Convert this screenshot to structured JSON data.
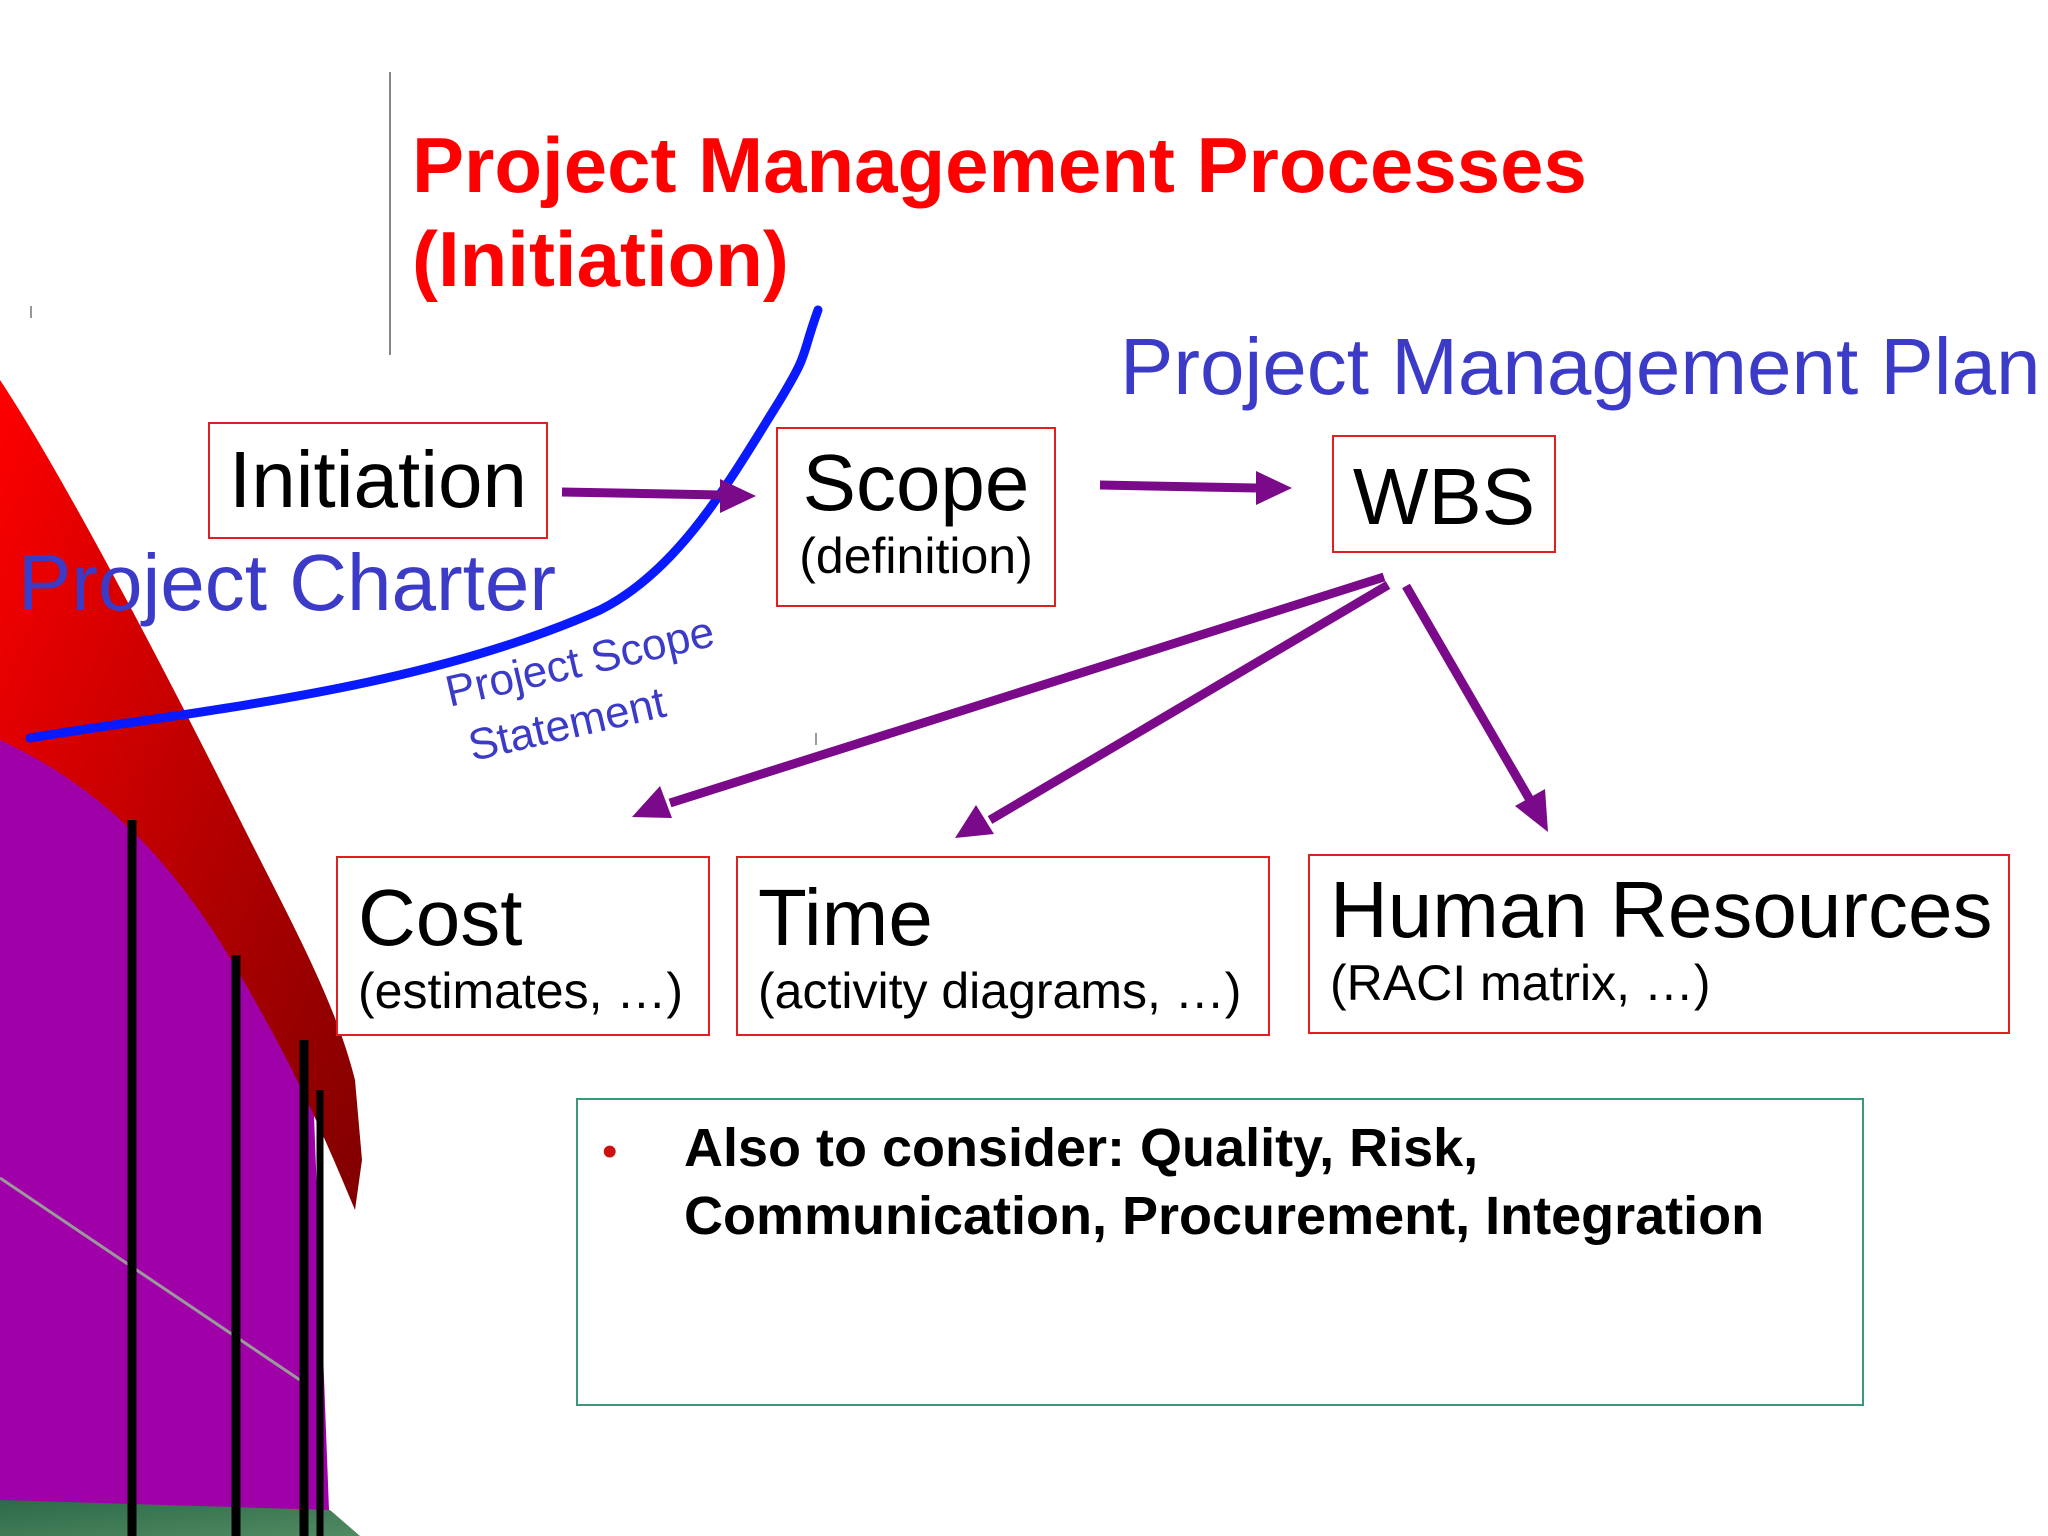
{
  "slide": {
    "title_line1": "Project Management Processes",
    "title_line2": "(Initiation)"
  },
  "labels": {
    "plan": "Project Management Plan",
    "charter": "Project Charter",
    "scope_statement_line1": "Project Scope",
    "scope_statement_line2": "Statement"
  },
  "boxes": {
    "initiation": {
      "title": "Initiation"
    },
    "scope": {
      "title": "Scope",
      "detail": "(definition)"
    },
    "wbs": {
      "title": "WBS"
    },
    "cost": {
      "title": "Cost",
      "detail": "(estimates, …)"
    },
    "time": {
      "title": "Time",
      "detail": "(activity diagrams, …)"
    },
    "hr": {
      "title": "Human Resources",
      "detail": "(RACI matrix, …)"
    }
  },
  "note": {
    "bullet": "•",
    "line1": "Also to consider: Quality, Risk,",
    "line2": "Communication, Procurement, Integration"
  },
  "colors": {
    "title": "#ff0000",
    "label_blue": "#3b3bc8",
    "arrow_purple": "#7a0a8a",
    "curve_blue": "#0a1aff",
    "box_border": "#e02020",
    "note_border": "#3a9a78"
  }
}
